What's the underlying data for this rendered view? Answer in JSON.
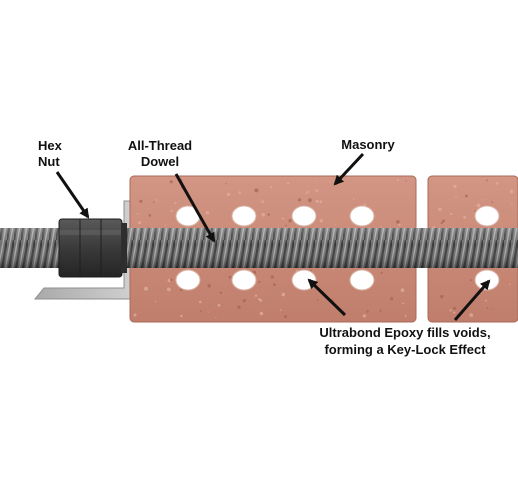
{
  "labels": {
    "hex_nut_line1": "Hex",
    "hex_nut_line2": "Nut",
    "dowel_line1": "All-Thread",
    "dowel_line2": "Dowel",
    "masonry": "Masonry",
    "epoxy_line1": "Ultrabond Epoxy fills voids,",
    "epoxy_line2": "forming a Key-Lock Effect"
  },
  "colors": {
    "brick": "#c98a78",
    "void": "#ffffff",
    "rod": "#6f6f6f",
    "nut": "#3e3e3e",
    "bracket": "#b9b9b9",
    "leader": "#111111"
  },
  "icons": [
    "hex-nut-icon",
    "threaded-rod-icon",
    "angle-bracket-icon",
    "brick-icon",
    "arrow-icon"
  ]
}
